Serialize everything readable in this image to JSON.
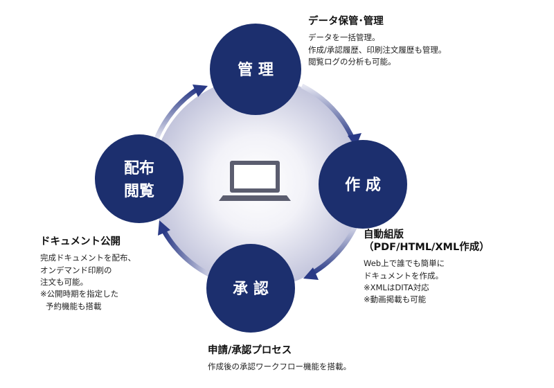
{
  "cycle": {
    "nodes": {
      "manage": {
        "lines": [
          "管 理"
        ]
      },
      "create": {
        "lines": [
          "作 成"
        ]
      },
      "approve": {
        "lines": [
          "承 認"
        ]
      },
      "distribute": {
        "lines": [
          "配布",
          "閲覧"
        ]
      }
    },
    "center_icon": "laptop-icon",
    "colors": {
      "node_fill": "#1c2f6e",
      "arrow": "#2a3a86",
      "center_glow": "#c9cbe0"
    }
  },
  "blocks": {
    "manage": {
      "title": "データ保管･管理",
      "lines": [
        "データを一括管理。",
        "作成/承認履歴、印刷注文履歴も管理。",
        "閲覧ログの分析も可能。"
      ]
    },
    "create": {
      "title_lines": [
        "自動組版",
        "（PDF/HTML/XML作成）"
      ],
      "lines": [
        "Web上で誰でも簡単に",
        "ドキュメントを作成。",
        "※XMLはDITA対応",
        "※動画掲載も可能"
      ]
    },
    "approve": {
      "title": "申請/承認プロセス",
      "lines": [
        "作成後の承認ワークフロー機能を搭載。"
      ]
    },
    "distribute": {
      "title": "ドキュメント公開",
      "lines": [
        "完成ドキュメントを配布、",
        "オンデマンド印刷の",
        "注文も可能。",
        "※公開時期を指定した",
        "予約機能も搭載"
      ]
    }
  }
}
